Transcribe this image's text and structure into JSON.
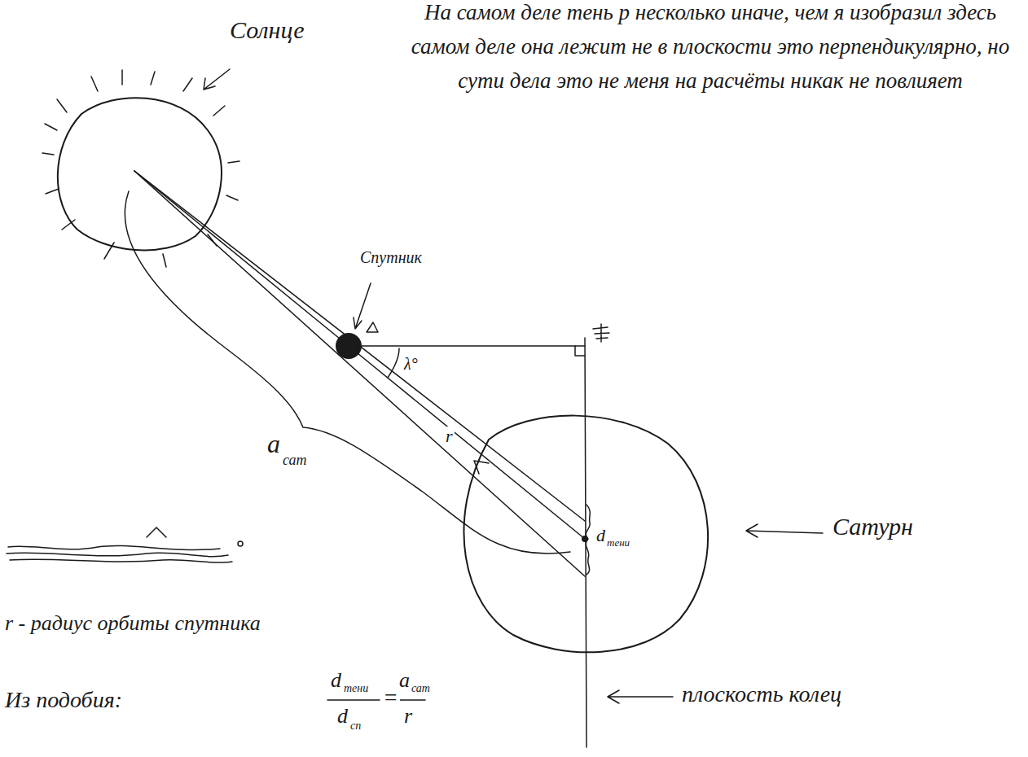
{
  "diagram": {
    "labels": [
      "На самом деле тень р несколько иначе, чем я изобразил здесь самом деле она лежит не в плоскости это перпендикулярно, но сути дела это не меня на расчёты никак не повлияет",
      "Солнце",
      "Спутник",
      "λ°",
      "r",
      "a",
      "сат",
      "Сатурн",
      "d",
      "тени",
      "плоскость колец",
      "r - радиус орбиты спутника",
      "Из подобия:",
      "d",
      "тени",
      "d",
      "сп",
      "=",
      "a",
      "сат",
      "r"
    ]
  }
}
